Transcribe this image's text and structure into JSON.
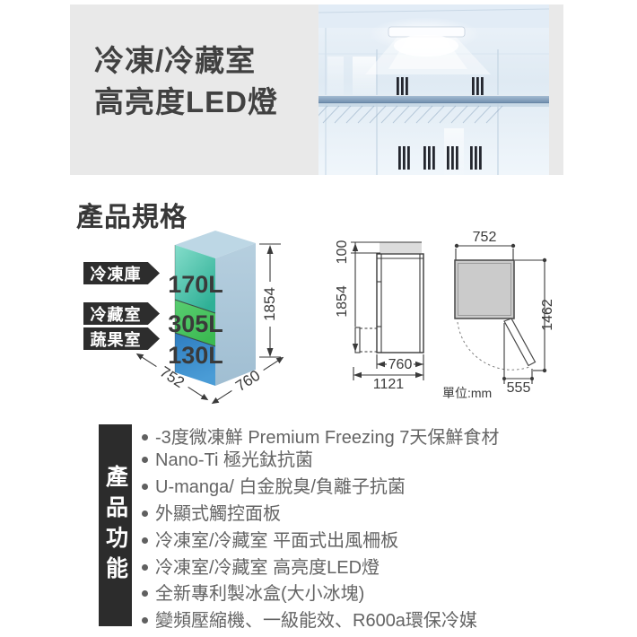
{
  "banner": {
    "title_line1": "冷凍/冷藏室",
    "title_line2": "高亮度LED燈"
  },
  "spec": {
    "heading": "產品規格",
    "compartments": [
      {
        "label": "冷凍庫",
        "capacity": "170L"
      },
      {
        "label": "冷藏室",
        "capacity": "305L"
      },
      {
        "label": "蔬果室",
        "capacity": "130L"
      }
    ],
    "box_dims": {
      "height": "1854",
      "width": "752",
      "depth": "760"
    },
    "side_view": {
      "top_clearance": "100",
      "height": "1854",
      "depth": "760",
      "depth_door_open": "1121"
    },
    "top_view": {
      "width": "752",
      "swing_depth": "1462",
      "door_projection": "555"
    },
    "unit_label": "單位:mm"
  },
  "features": {
    "heading": "產品功能",
    "items": [
      "-3度微凍鮮 Premium Freezing 7天保鮮食材",
      "Nano-Ti 極光鈦抗菌",
      "U-manga/ 白金脫臭/負離子抗菌",
      "外顯式觸控面板",
      "冷凍室/冷藏室 平面式出風柵板",
      "冷凍室/冷藏室 高亮度LED燈",
      "全新專利製冰盒(大小冰塊)",
      "變頻壓縮機、一級能效、R600a環保冷媒"
    ]
  },
  "colors": {
    "banner_gray": "#e9e9e9",
    "tag_black": "#2d2d2d",
    "freezer_teal": "#3ab89e",
    "fridge_green": "#4cc45f",
    "veg_blue": "#3585c8",
    "box_side_blue": "#adc8da",
    "text_dark": "#3a3a3a",
    "feature_text": "#646464"
  }
}
